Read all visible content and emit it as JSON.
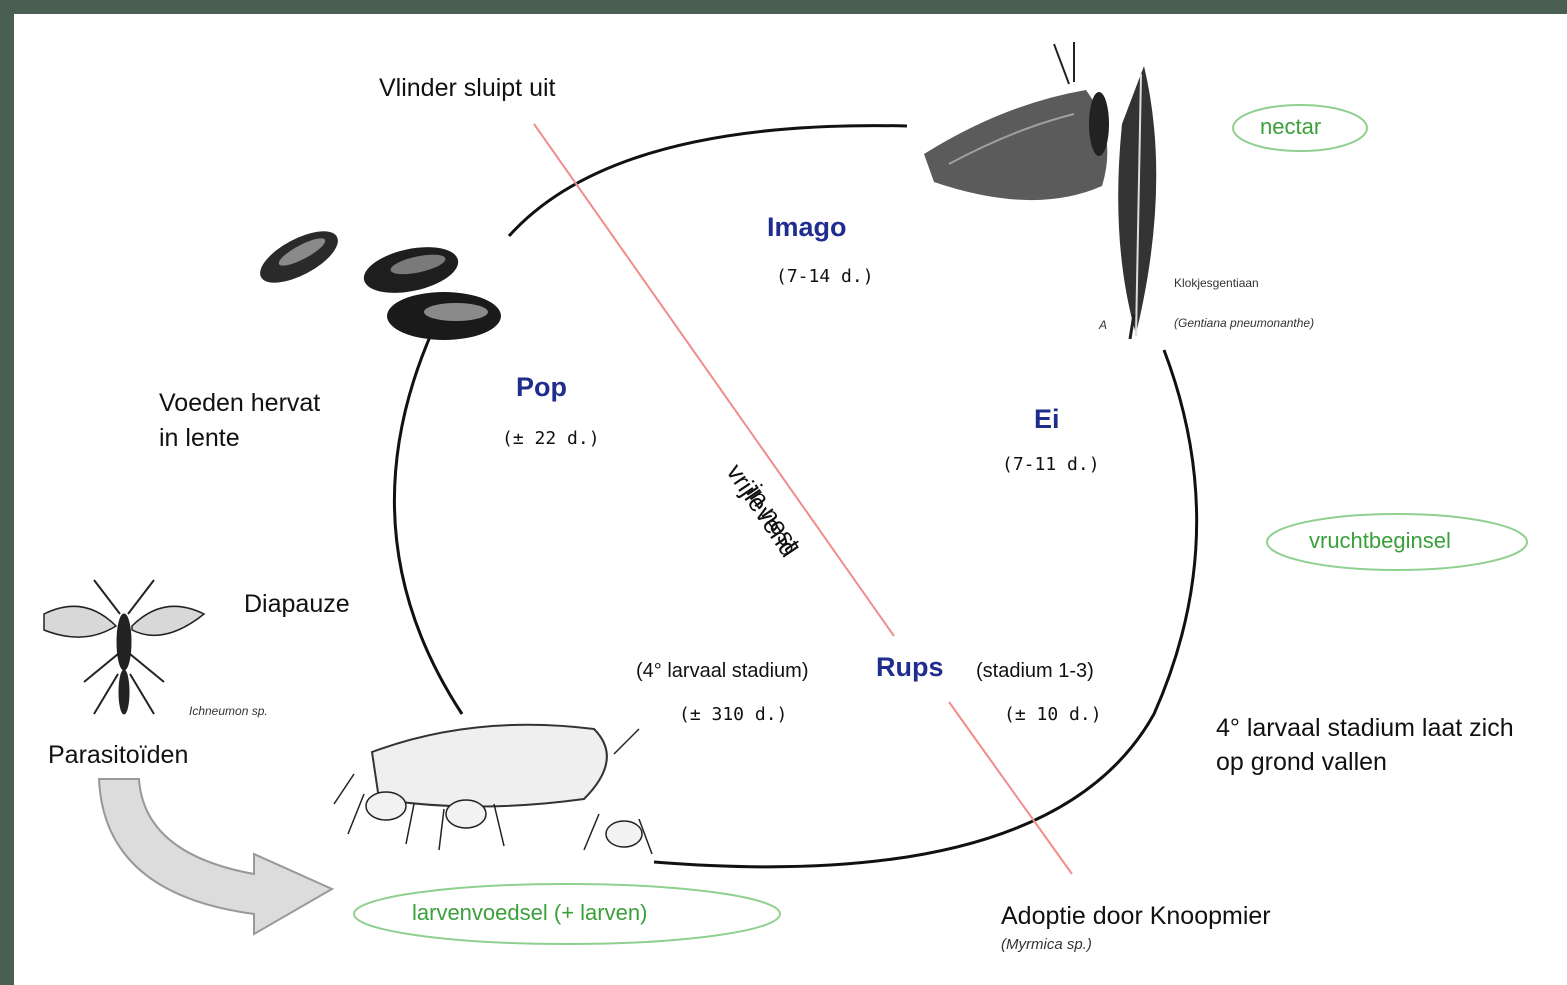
{
  "labels": {
    "butterfly_emerges": "Vlinder sluipt uit",
    "feeding_resumes": [
      "Voeden hervat",
      "in lente"
    ],
    "diapause": "Diapauze",
    "parasitoids": "Parasitoïden",
    "parasitoid_species": "Ichneumon sp.",
    "fourth_instar_drop": [
      "4° larvaal stadium laat zich",
      "op grond vallen"
    ],
    "adoption": "Adoptie door Knoopmier",
    "ant_species": "(Myrmica sp.)",
    "plant_name": "Klokjesgentiaan",
    "plant_species": "(Gentiana pneumonanthe)",
    "plant_mark": "A",
    "free_living": "vrijlevend",
    "in_nest": "in nest"
  },
  "stages": {
    "imago": {
      "name": "Imago",
      "duration": "(7-14 d.)"
    },
    "egg": {
      "name": "Ei",
      "duration": "(7-11 d.)"
    },
    "pupa": {
      "name": "Pop",
      "duration": "(± 22 d.)"
    },
    "caterpillar": {
      "name": "Rups",
      "left_note": "(4° larvaal stadium)",
      "left_duration": "(± 310 d.)",
      "right_note": "(stadium 1-3)",
      "right_duration": "(± 10 d.)"
    }
  },
  "food_sources": {
    "nectar": "nectar",
    "ovary": "vruchtbeginsel",
    "larval_food": "larvenvoedsel (+ larven)"
  },
  "colors": {
    "frame": "#4a5e52",
    "stage_text": "#1f2d8f",
    "food_text": "#3aa03a",
    "divider_line": "#f28b8b"
  }
}
